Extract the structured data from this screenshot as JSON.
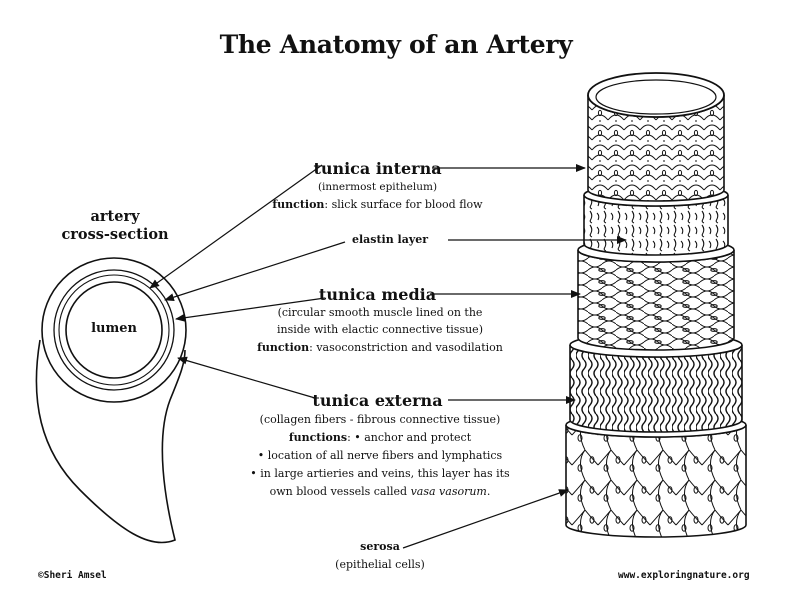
{
  "title": "The Anatomy of an Artery",
  "cross_section": {
    "caption_line1": "artery",
    "caption_line2": "cross-section",
    "lumen": "lumen"
  },
  "tunica_interna": {
    "name": "tunica interna",
    "desc": "(innermost epithelum)",
    "function_label": "function",
    "function_text": ": slick surface for blood flow"
  },
  "elastin_layer": {
    "name": "elastin layer"
  },
  "tunica_media": {
    "name": "tunica media",
    "desc_line1": "(circular smooth muscle lined on the",
    "desc_line2": "inside with elactic connective tissue)",
    "function_label": "function",
    "function_text": ": vasoconstriction and vasodilation"
  },
  "tunica_externa": {
    "name": "tunica externa",
    "desc": "(collagen fibers - fibrous connective tissue)",
    "functions_label": "functions",
    "functions_text": ": • anchor and protect",
    "bullet2": "• location of all nerve fibers and lymphatics",
    "bullet3": "• in large artieries and veins, this layer has its",
    "bullet4_prefix": "own blood vessels called ",
    "bullet4_italic": "vasa vasorum",
    "bullet4_suffix": "."
  },
  "serosa": {
    "name": "serosa",
    "desc": "(epithelial cells)"
  },
  "footer": {
    "credit": "©Sheri Amsel",
    "website": "www.exploringnature.org"
  }
}
